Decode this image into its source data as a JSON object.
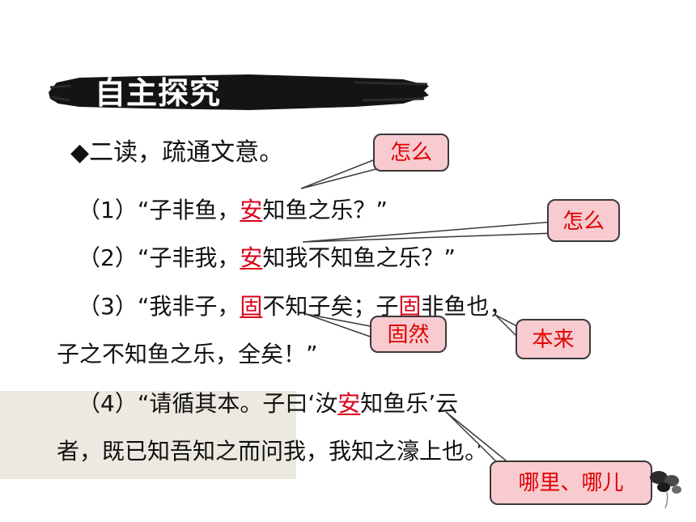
{
  "header": {
    "title": "自主探究"
  },
  "bullet": {
    "text": "二读，疏通文意。"
  },
  "lines": [
    {
      "pre": "（1）“子非鱼，",
      "hl": "安",
      "post": "知鱼之乐？”"
    },
    {
      "pre": "（2）“子非我，",
      "hl": "安",
      "post": "知我不知鱼之乐？”"
    },
    {
      "pre": "（3）“我非子，",
      "hl1": "固",
      "mid": "不知子矣；子",
      "hl2": "固",
      "post": "非鱼也，"
    },
    {
      "text": "子之不知鱼之乐，全矣！”"
    },
    {
      "pre": "（4）“请循其本。子曰‘汝",
      "hl": "安",
      "post": "知鱼乐’云"
    },
    {
      "text": "者，既已知吾知之而问我，我知之濠上也。”"
    }
  ],
  "callouts": {
    "c1": "怎么",
    "c2": "怎么",
    "c3": "固然",
    "c4": "本来",
    "c5": "哪里、哪儿"
  },
  "colors": {
    "highlight": "#d9001b",
    "callout_bg": "#f7cbd0",
    "callout_text": "#e00000"
  }
}
